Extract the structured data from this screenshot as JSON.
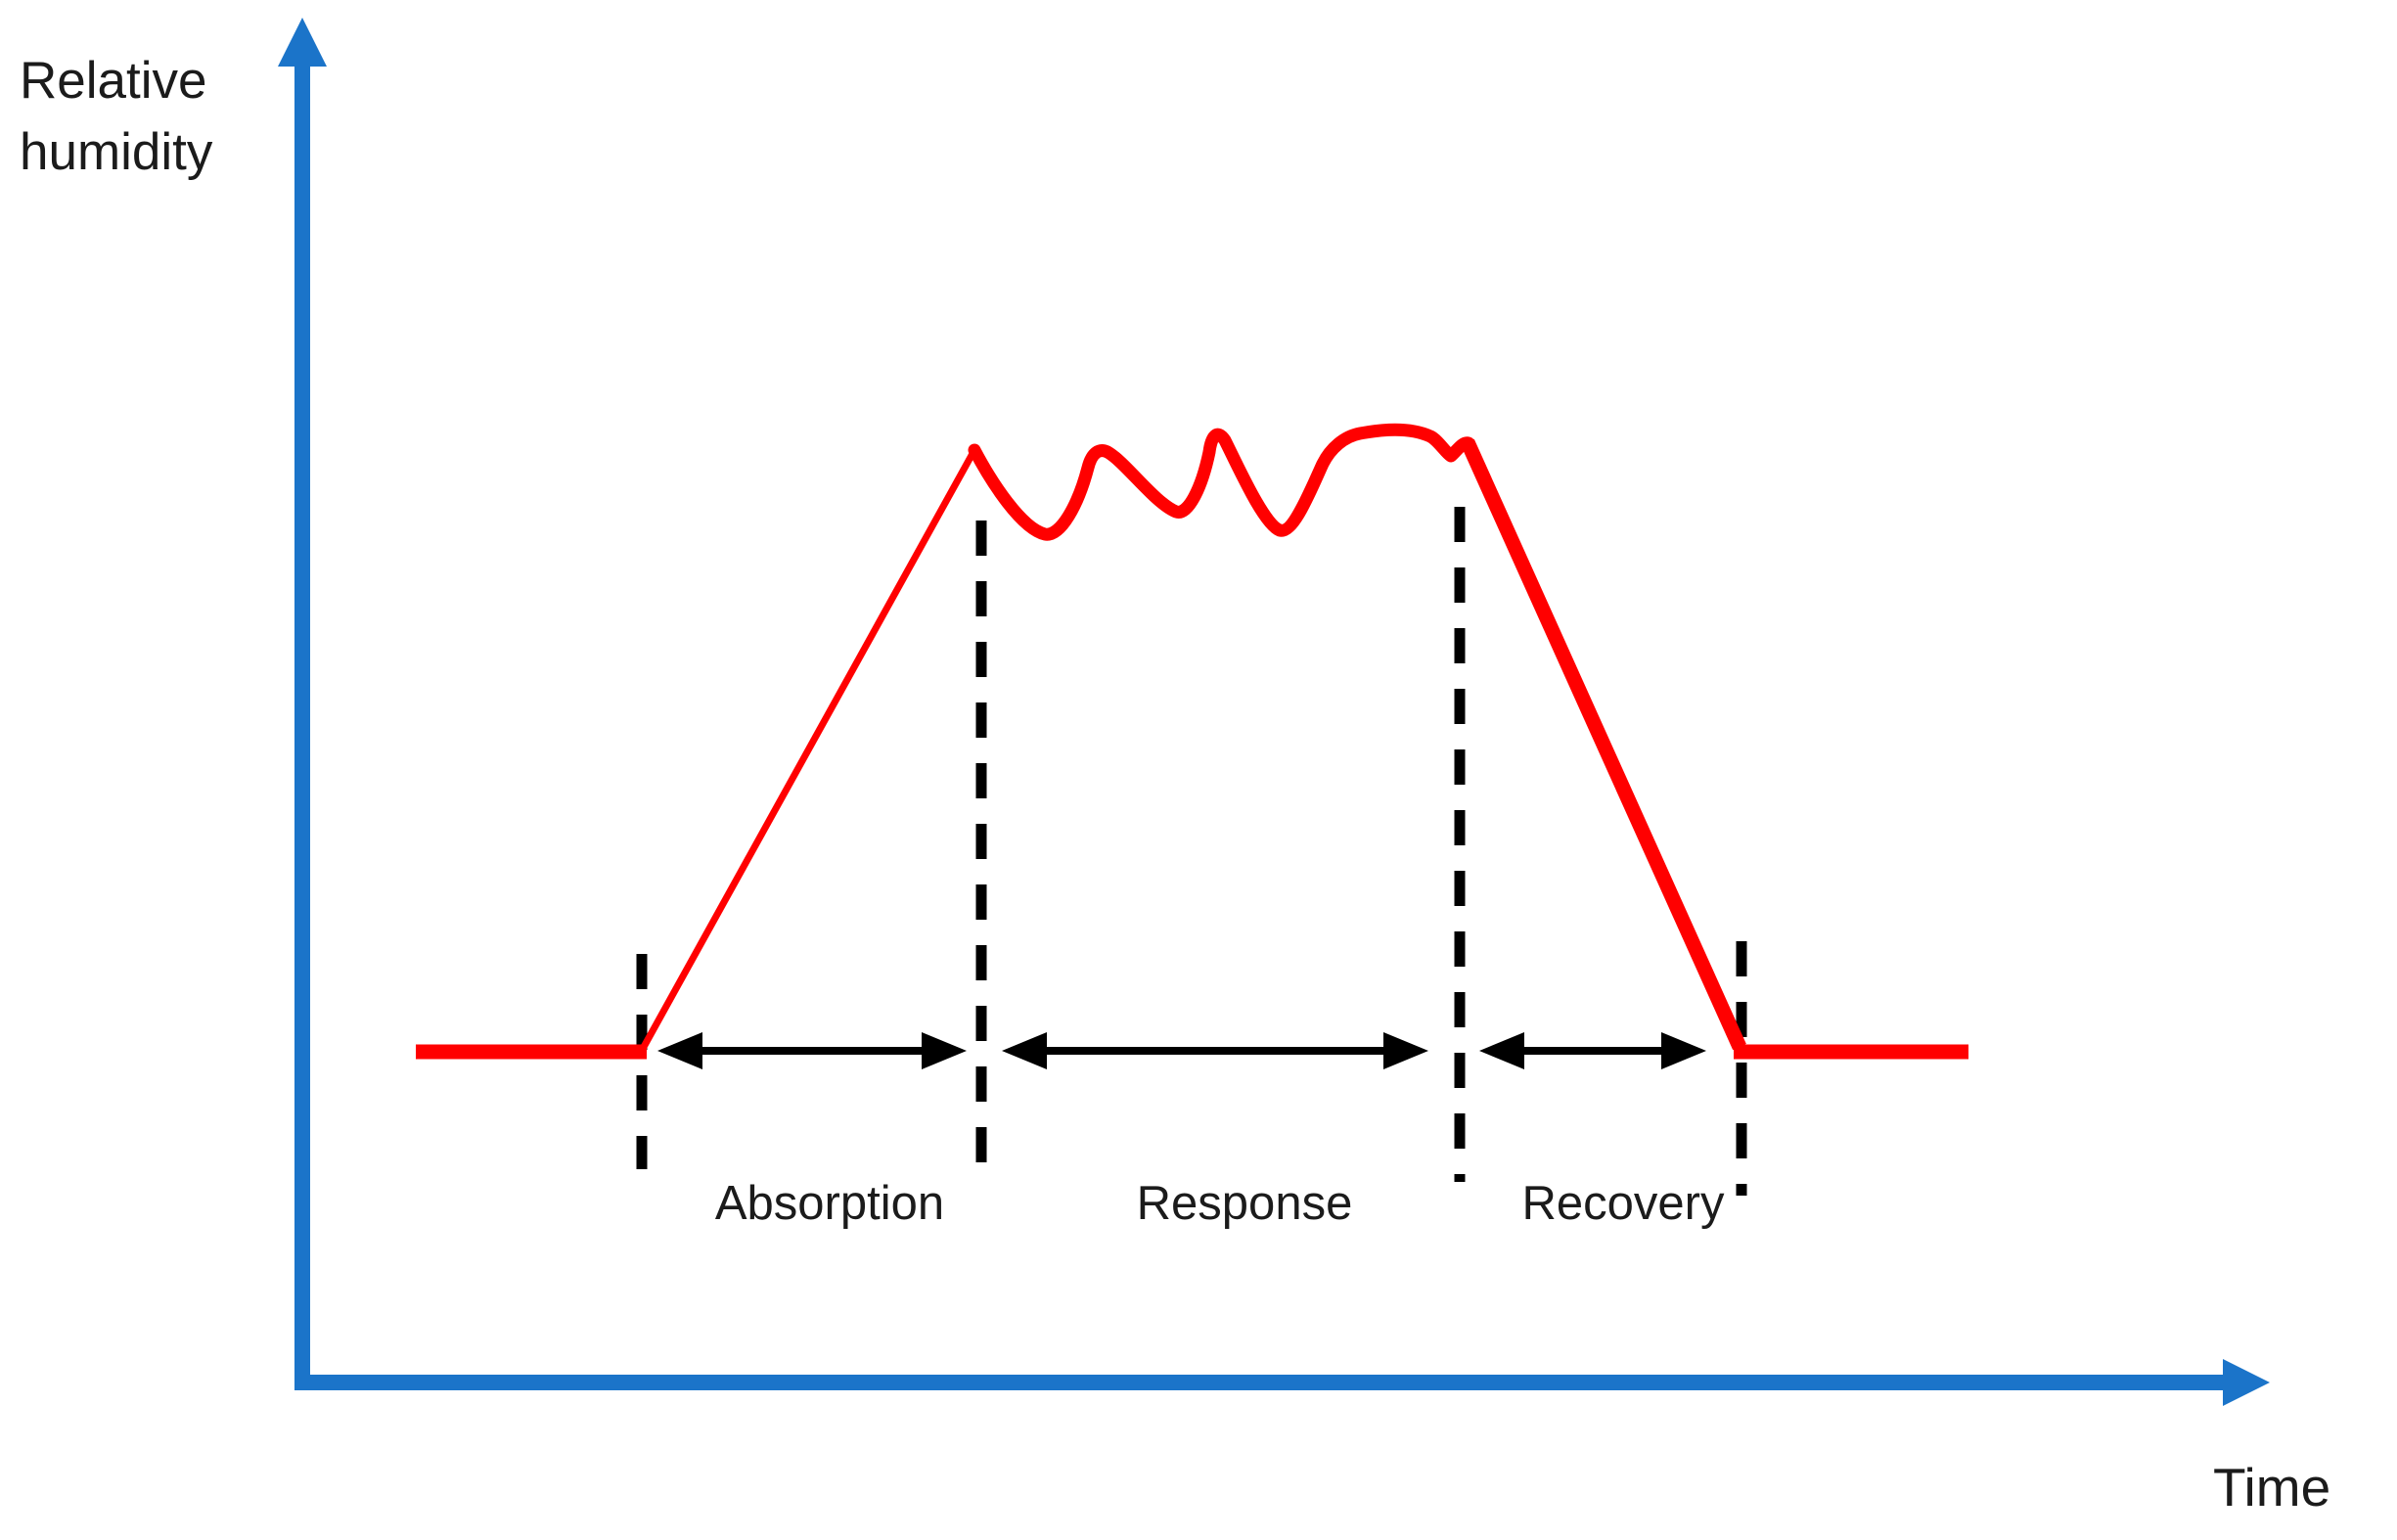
{
  "figure": {
    "background": "#ffffff",
    "kind": "schematic humidity sensor response diagram"
  },
  "colors": {
    "curve": "#ff0000",
    "axis": "#1b74c9",
    "annotation": "#000000",
    "text": "#1b1b1b"
  },
  "chart_data": {
    "type": "line",
    "title": "",
    "xlabel": "Time",
    "ylabel": "Relative humidity",
    "x_unit": "arbitrary",
    "y_unit": "arbitrary",
    "qualitative": true,
    "grid": false,
    "legend": false,
    "axes_style": "arrow-headed schematic axes, no ticks or numeric scale",
    "xlim": [
      0,
      100
    ],
    "ylim": [
      0,
      100
    ],
    "baseline_value": 20,
    "plateau_value_range": [
      74,
      85
    ],
    "series": [
      {
        "name": "Relative humidity vs time",
        "color": "#ff0000",
        "style": "solid",
        "points": [
          [
            0,
            20
          ],
          [
            14.6,
            20
          ],
          [
            35.9,
            83
          ],
          [
            40.8,
            74.5
          ],
          [
            43.5,
            83
          ],
          [
            49.0,
            76.5
          ],
          [
            51.5,
            85
          ],
          [
            55.8,
            74.5
          ],
          [
            60.0,
            84.5
          ],
          [
            65.5,
            84
          ],
          [
            66.7,
            82.5
          ],
          [
            67.8,
            84
          ],
          [
            85.4,
            20
          ],
          [
            100,
            20
          ]
        ],
        "description": "flat baseline, linear rise, oscillating plateau with four bumps and a small notch, steep linear fall, flat baseline"
      }
    ],
    "phase_boundaries_t": [
      14.6,
      36.4,
      67.2,
      85.4
    ],
    "phases": [
      {
        "label": "Absorption",
        "t_start": 14.6,
        "t_end": 36.4
      },
      {
        "label": "Response",
        "t_start": 36.4,
        "t_end": 67.2
      },
      {
        "label": "Recovery",
        "t_start": 67.2,
        "t_end": 85.4
      }
    ],
    "annotations": [
      "four vertical black dashed boundary lines",
      "three horizontal black double-headed arrows at baseline level between boundaries"
    ]
  }
}
